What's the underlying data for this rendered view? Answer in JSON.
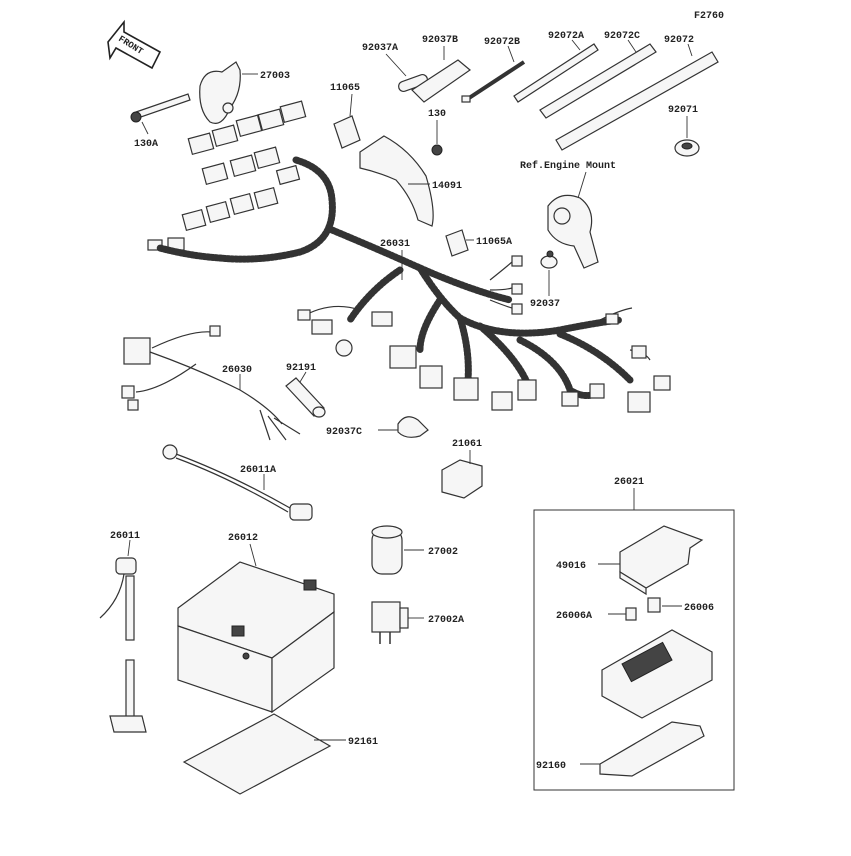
{
  "figure_code": "F2760",
  "front_label": "FRONT",
  "ref_label": "Ref.Engine Mount",
  "parts": [
    {
      "id": "27003"
    },
    {
      "id": "130A"
    },
    {
      "id": "92037A"
    },
    {
      "id": "92037B"
    },
    {
      "id": "92072B"
    },
    {
      "id": "92072A"
    },
    {
      "id": "92072C"
    },
    {
      "id": "92072"
    },
    {
      "id": "11065"
    },
    {
      "id": "130"
    },
    {
      "id": "92071"
    },
    {
      "id": "14091"
    },
    {
      "id": "26031"
    },
    {
      "id": "11065A"
    },
    {
      "id": "92037"
    },
    {
      "id": "26030"
    },
    {
      "id": "92191"
    },
    {
      "id": "92037C"
    },
    {
      "id": "21061"
    },
    {
      "id": "26011A"
    },
    {
      "id": "26011"
    },
    {
      "id": "26012"
    },
    {
      "id": "27002"
    },
    {
      "id": "27002A"
    },
    {
      "id": "26021"
    },
    {
      "id": "49016"
    },
    {
      "id": "26006A"
    },
    {
      "id": "26006"
    },
    {
      "id": "92161"
    },
    {
      "id": "92160"
    }
  ]
}
